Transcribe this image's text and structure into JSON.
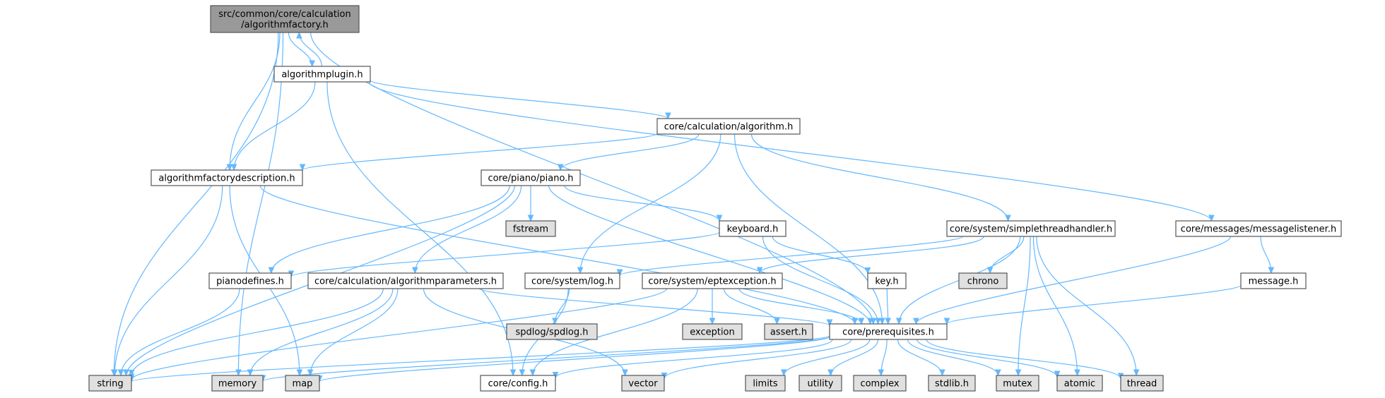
{
  "colors": {
    "root_fill": "#999999",
    "header_fill": "#ffffff",
    "system_fill": "#e0e0e0",
    "edge": "#63b8ff",
    "border": "#555555"
  },
  "nodes": {
    "root": {
      "lines": [
        "src/common/core/calculation",
        "/algorithmfactory.h"
      ],
      "kind": "root"
    },
    "plugin": {
      "lines": [
        "algorithmplugin.h"
      ],
      "kind": "header"
    },
    "algo": {
      "lines": [
        "core/calculation/algorithm.h"
      ],
      "kind": "header"
    },
    "afd": {
      "lines": [
        "algorithmfactorydescription.h"
      ],
      "kind": "header"
    },
    "piano": {
      "lines": [
        "core/piano/piano.h"
      ],
      "kind": "header"
    },
    "fstream": {
      "lines": [
        "fstream"
      ],
      "kind": "system"
    },
    "keyboard": {
      "lines": [
        "keyboard.h"
      ],
      "kind": "header"
    },
    "sth": {
      "lines": [
        "core/system/simplethreadhandler.h"
      ],
      "kind": "header"
    },
    "ml": {
      "lines": [
        "core/messages/messagelistener.h"
      ],
      "kind": "header"
    },
    "pd": {
      "lines": [
        "pianodefines.h"
      ],
      "kind": "header"
    },
    "ap": {
      "lines": [
        "core/calculation/algorithmparameters.h"
      ],
      "kind": "header"
    },
    "log": {
      "lines": [
        "core/system/log.h"
      ],
      "kind": "header"
    },
    "ept": {
      "lines": [
        "core/system/eptexception.h"
      ],
      "kind": "header"
    },
    "key": {
      "lines": [
        "key.h"
      ],
      "kind": "header"
    },
    "chrono": {
      "lines": [
        "chrono"
      ],
      "kind": "system"
    },
    "message": {
      "lines": [
        "message.h"
      ],
      "kind": "header"
    },
    "spdlog": {
      "lines": [
        "spdlog/spdlog.h"
      ],
      "kind": "system"
    },
    "exception": {
      "lines": [
        "exception"
      ],
      "kind": "system"
    },
    "assert": {
      "lines": [
        "assert.h"
      ],
      "kind": "system"
    },
    "prereq": {
      "lines": [
        "core/prerequisites.h"
      ],
      "kind": "header"
    },
    "string": {
      "lines": [
        "string"
      ],
      "kind": "system"
    },
    "memory": {
      "lines": [
        "memory"
      ],
      "kind": "system"
    },
    "map": {
      "lines": [
        "map"
      ],
      "kind": "system"
    },
    "config": {
      "lines": [
        "core/config.h"
      ],
      "kind": "header"
    },
    "vector": {
      "lines": [
        "vector"
      ],
      "kind": "system"
    },
    "limits": {
      "lines": [
        "limits"
      ],
      "kind": "system"
    },
    "utility": {
      "lines": [
        "utility"
      ],
      "kind": "system"
    },
    "complex": {
      "lines": [
        "complex"
      ],
      "kind": "system"
    },
    "stdlib": {
      "lines": [
        "stdlib.h"
      ],
      "kind": "system"
    },
    "mutex": {
      "lines": [
        "mutex"
      ],
      "kind": "system"
    },
    "atomic": {
      "lines": [
        "atomic"
      ],
      "kind": "system"
    },
    "thread": {
      "lines": [
        "thread"
      ],
      "kind": "system"
    }
  },
  "edges": [
    [
      "root",
      "plugin"
    ],
    [
      "plugin",
      "root"
    ],
    [
      "root",
      "afd"
    ],
    [
      "root",
      "string"
    ],
    [
      "root",
      "memory"
    ],
    [
      "root",
      "prereq"
    ],
    [
      "plugin",
      "algo"
    ],
    [
      "plugin",
      "afd"
    ],
    [
      "plugin",
      "config"
    ],
    [
      "plugin",
      "ml"
    ],
    [
      "algo",
      "afd"
    ],
    [
      "algo",
      "piano"
    ],
    [
      "algo",
      "sth"
    ],
    [
      "algo",
      "log"
    ],
    [
      "algo",
      "prereq"
    ],
    [
      "afd",
      "string"
    ],
    [
      "afd",
      "map"
    ],
    [
      "afd",
      "prereq"
    ],
    [
      "piano",
      "fstream"
    ],
    [
      "piano",
      "keyboard"
    ],
    [
      "piano",
      "pd"
    ],
    [
      "piano",
      "ap"
    ],
    [
      "piano",
      "string"
    ],
    [
      "piano",
      "prereq"
    ],
    [
      "keyboard",
      "pd"
    ],
    [
      "keyboard",
      "key"
    ],
    [
      "keyboard",
      "prereq"
    ],
    [
      "sth",
      "log"
    ],
    [
      "sth",
      "ept"
    ],
    [
      "sth",
      "chrono"
    ],
    [
      "sth",
      "prereq"
    ],
    [
      "sth",
      "mutex"
    ],
    [
      "sth",
      "atomic"
    ],
    [
      "sth",
      "thread"
    ],
    [
      "ml",
      "message"
    ],
    [
      "ml",
      "prereq"
    ],
    [
      "pd",
      "string"
    ],
    [
      "ap",
      "string"
    ],
    [
      "ap",
      "memory"
    ],
    [
      "ap",
      "map"
    ],
    [
      "ap",
      "vector"
    ],
    [
      "ap",
      "prereq"
    ],
    [
      "log",
      "spdlog"
    ],
    [
      "log",
      "config"
    ],
    [
      "ept",
      "exception"
    ],
    [
      "ept",
      "assert"
    ],
    [
      "ept",
      "prereq"
    ],
    [
      "ept",
      "string"
    ],
    [
      "ept",
      "config"
    ],
    [
      "key",
      "prereq"
    ],
    [
      "message",
      "prereq"
    ],
    [
      "prereq",
      "string"
    ],
    [
      "prereq",
      "memory"
    ],
    [
      "prereq",
      "map"
    ],
    [
      "prereq",
      "config"
    ],
    [
      "prereq",
      "vector"
    ],
    [
      "prereq",
      "limits"
    ],
    [
      "prereq",
      "utility"
    ],
    [
      "prereq",
      "complex"
    ],
    [
      "prereq",
      "stdlib"
    ],
    [
      "prereq",
      "mutex"
    ],
    [
      "prereq",
      "atomic"
    ],
    [
      "prereq",
      "thread"
    ]
  ]
}
